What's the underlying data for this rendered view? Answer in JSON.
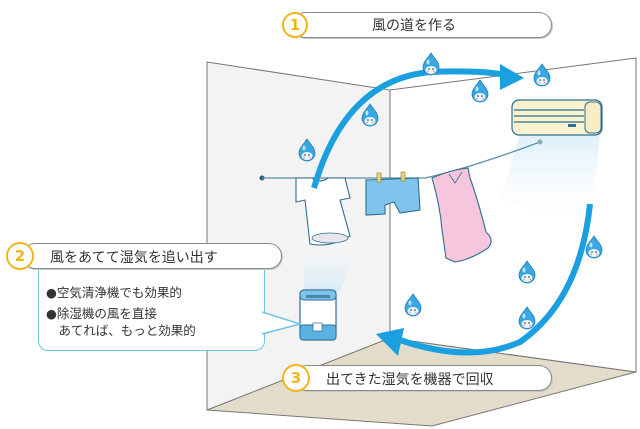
{
  "diagram": {
    "steps": [
      {
        "number": "1",
        "title": "風の道を作る"
      },
      {
        "number": "2",
        "title": "風をあてて湿気を追い出す",
        "bullets": [
          "●空気清浄機でも効果的",
          "●除湿機の風を直接",
          "　あてれば、もっと効果的"
        ]
      },
      {
        "number": "3",
        "title": "出てきた湿気を機器で回収"
      }
    ],
    "scene_elements": [
      "room-corner",
      "air-conditioner",
      "clothesline",
      "t-shirt",
      "shorts",
      "pink-dress",
      "dehumidifier",
      "water-droplet-characters",
      "airflow-arrows"
    ],
    "colors": {
      "arrow": "#1aa0e0",
      "number_ring": "#f2b41c",
      "floor": "#e3dccb",
      "left_wall": "#f3f3f3",
      "dress": "#f6c6dc",
      "shorts": "#7ec4ec",
      "ac_body": "#f9f1cf"
    }
  }
}
